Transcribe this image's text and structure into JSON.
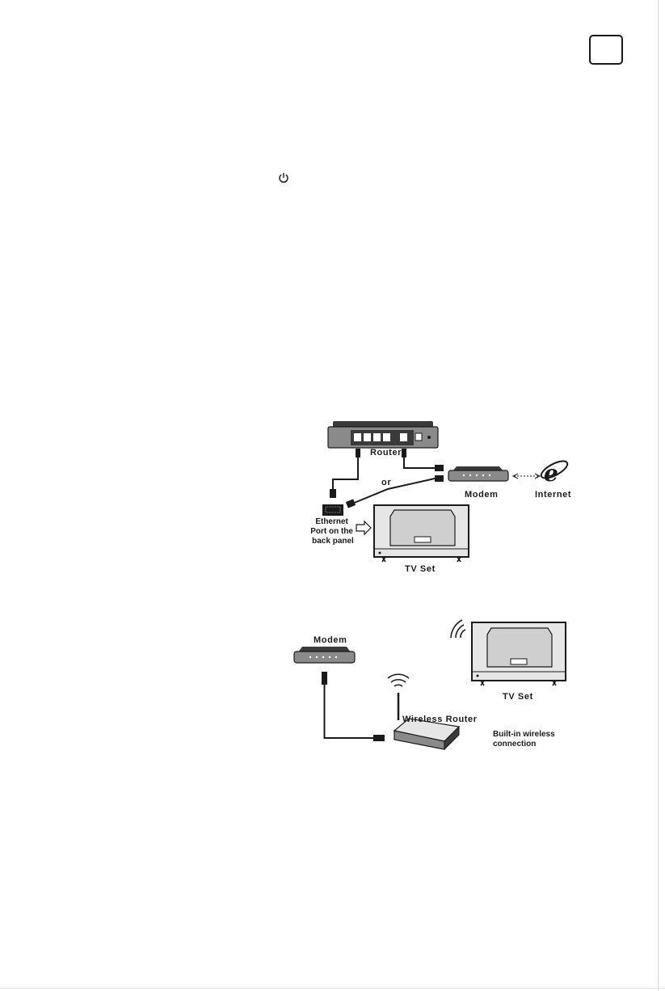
{
  "language_badge": {
    "text": ""
  },
  "icons": {
    "power": "power-icon",
    "internet": "internet-explorer-logo-icon",
    "wifi": "wifi-signal-icon",
    "arrow": "arrow-right-icon"
  },
  "wired_diagram": {
    "router_label": "Router",
    "or_label": "or",
    "modem_label": "Modem",
    "internet_label": "Internet",
    "ethernet_label_lines": [
      "Ethernet",
      "Port on the",
      "back panel"
    ],
    "tv_label": "TV Set"
  },
  "wireless_diagram": {
    "modem_label": "Modem",
    "wireless_router_label": "Wireless Router",
    "tv_label": "TV Set",
    "builtin_label_lines": [
      "Built-in wireless",
      "connection"
    ]
  },
  "colors": {
    "ink": "#1a1a1a",
    "device_fill": "#8a8a8a",
    "device_dark": "#3a3a3a",
    "tv_screen": "#e6e6e6",
    "background": "#ffffff"
  }
}
